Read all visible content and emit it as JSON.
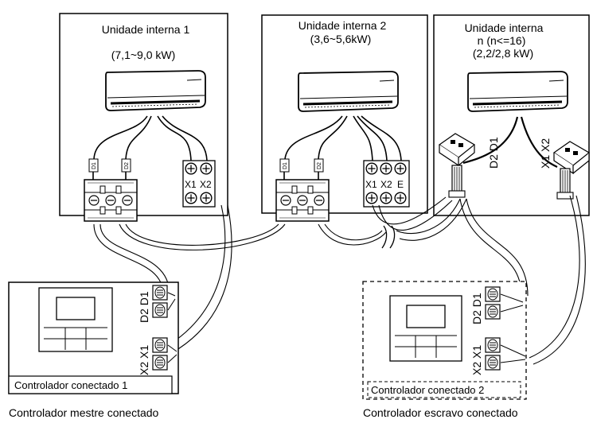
{
  "units": [
    {
      "name": "Unidade interna 1",
      "capacity": "(7,1~9,0 kW)",
      "port_labels": [
        "X1",
        "X2"
      ]
    },
    {
      "name": "Unidade interna 2",
      "capacity": "(3,6~5,6kW)",
      "port_labels": [
        "X1",
        "X2",
        "E"
      ]
    },
    {
      "name": "Unidade interna",
      "count_note": "n (n<=16)",
      "capacity": "(2,2/2,8 kW)",
      "signal_labels": [
        "D2 D1",
        "X1 X2"
      ]
    }
  ],
  "wire_tags": [
    "D1",
    "D2"
  ],
  "controllers": [
    {
      "label": "Controlador conectado 1",
      "caption": "Controlador mestre conectado",
      "terminal_labels": [
        "D2 D1",
        "X2 X1"
      ]
    },
    {
      "label": "Controlador conectado 2",
      "caption": "Controlador escravo conectado",
      "terminal_labels": [
        "D2 D1",
        "X2 X1"
      ]
    }
  ],
  "icons": [
    "indoor-ac-unit-icon",
    "terminal-block-icon",
    "screw-terminal-icon",
    "controller-display-icon",
    "cable-connector-icon"
  ]
}
